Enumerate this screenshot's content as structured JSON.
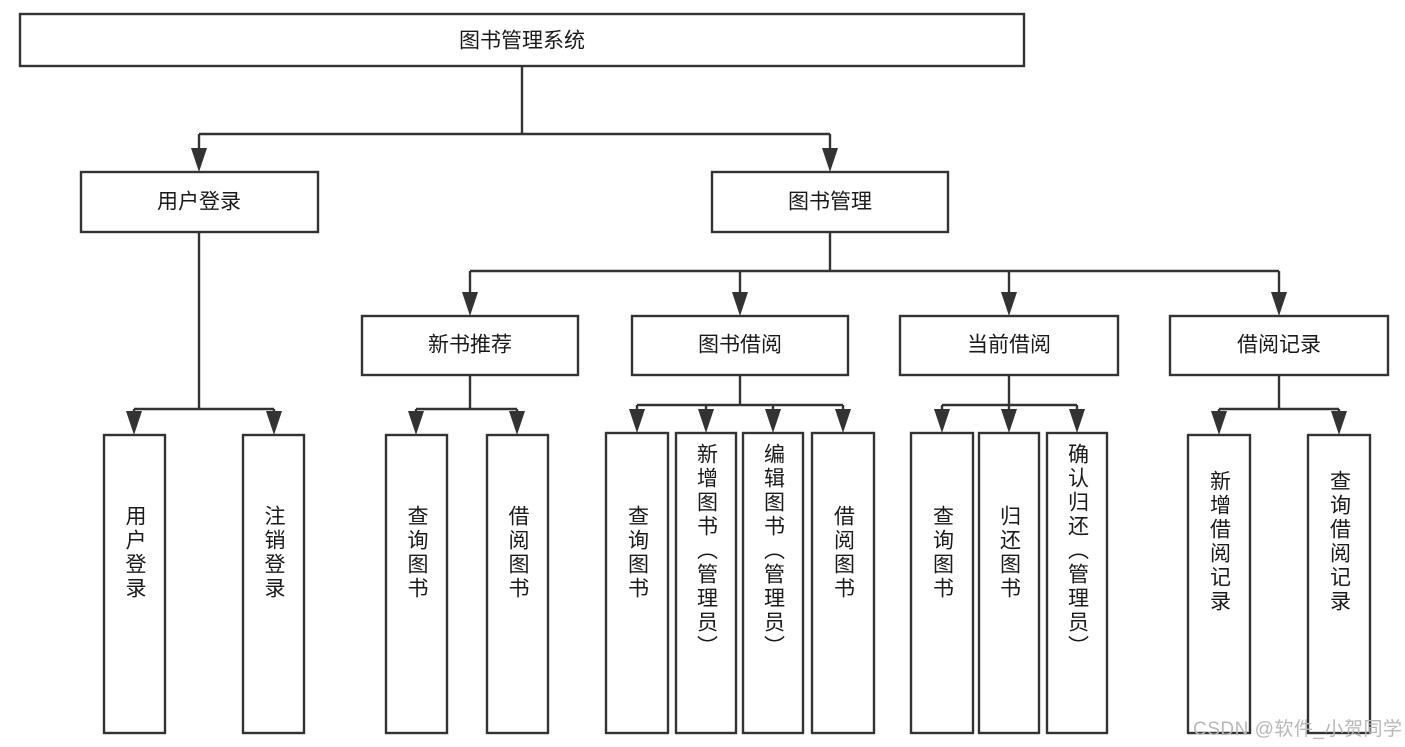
{
  "diagram": {
    "type": "tree-hierarchy",
    "title": "图书管理系统",
    "watermark": "CSDN @软件_小贺同学",
    "colors": {
      "stroke": "#333333",
      "fill": "#ffffff",
      "text": "#1a1a1a",
      "watermark": "#b8b8b8",
      "background": "#ffffff"
    },
    "nodes": {
      "root": {
        "label": "图书管理系统",
        "level": 1,
        "orientation": "horizontal"
      },
      "l2_user_login": {
        "label": "用户登录",
        "level": 2,
        "orientation": "horizontal"
      },
      "l2_book_mgmt": {
        "label": "图书管理",
        "level": 2,
        "orientation": "horizontal"
      },
      "l3_new_book_rec": {
        "label": "新书推荐",
        "level": 3,
        "orientation": "horizontal"
      },
      "l3_book_borrow": {
        "label": "图书借阅",
        "level": 3,
        "orientation": "horizontal"
      },
      "l3_current_borrow": {
        "label": "当前借阅",
        "level": 3,
        "orientation": "horizontal"
      },
      "l3_borrow_record": {
        "label": "借阅记录",
        "level": 3,
        "orientation": "horizontal"
      },
      "leaf_user_login": {
        "label": "用户登录",
        "level": 4,
        "orientation": "vertical"
      },
      "leaf_user_logout": {
        "label": "注销登录",
        "level": 4,
        "orientation": "vertical"
      },
      "leaf_rec_query": {
        "label": "查询图书",
        "level": 4,
        "orientation": "vertical"
      },
      "leaf_rec_borrow": {
        "label": "借阅图书",
        "level": 4,
        "orientation": "vertical"
      },
      "leaf_borrow_query": {
        "label": "查询图书",
        "level": 4,
        "orientation": "vertical"
      },
      "leaf_borrow_add": {
        "label": "新增图书（管理员）",
        "level": 4,
        "orientation": "vertical"
      },
      "leaf_borrow_edit": {
        "label": "编辑图书（管理员）",
        "level": 4,
        "orientation": "vertical"
      },
      "leaf_borrow_lend": {
        "label": "借阅图书",
        "level": 4,
        "orientation": "vertical"
      },
      "leaf_cur_query": {
        "label": "查询图书",
        "level": 4,
        "orientation": "vertical"
      },
      "leaf_cur_return": {
        "label": "归还图书",
        "level": 4,
        "orientation": "vertical"
      },
      "leaf_cur_confirm": {
        "label": "确认归还（管理员）",
        "level": 4,
        "orientation": "vertical"
      },
      "leaf_rec_add": {
        "label": "新增借阅记录",
        "level": 4,
        "orientation": "vertical"
      },
      "leaf_rec_query_log": {
        "label": "查询借阅记录",
        "level": 4,
        "orientation": "vertical"
      }
    },
    "edges": [
      {
        "from": "root",
        "to": "l2_user_login"
      },
      {
        "from": "root",
        "to": "l2_book_mgmt"
      },
      {
        "from": "l2_user_login",
        "to": "leaf_user_login"
      },
      {
        "from": "l2_user_login",
        "to": "leaf_user_logout"
      },
      {
        "from": "l2_book_mgmt",
        "to": "l3_new_book_rec"
      },
      {
        "from": "l2_book_mgmt",
        "to": "l3_book_borrow"
      },
      {
        "from": "l2_book_mgmt",
        "to": "l3_current_borrow"
      },
      {
        "from": "l2_book_mgmt",
        "to": "l3_borrow_record"
      },
      {
        "from": "l3_new_book_rec",
        "to": "leaf_rec_query"
      },
      {
        "from": "l3_new_book_rec",
        "to": "leaf_rec_borrow"
      },
      {
        "from": "l3_book_borrow",
        "to": "leaf_borrow_query"
      },
      {
        "from": "l3_book_borrow",
        "to": "leaf_borrow_add"
      },
      {
        "from": "l3_book_borrow",
        "to": "leaf_borrow_edit"
      },
      {
        "from": "l3_book_borrow",
        "to": "leaf_borrow_lend"
      },
      {
        "from": "l3_current_borrow",
        "to": "leaf_cur_query"
      },
      {
        "from": "l3_current_borrow",
        "to": "leaf_cur_return"
      },
      {
        "from": "l3_current_borrow",
        "to": "leaf_cur_confirm"
      },
      {
        "from": "l3_borrow_record",
        "to": "leaf_rec_add"
      },
      {
        "from": "l3_borrow_record",
        "to": "leaf_rec_query_log"
      }
    ]
  }
}
